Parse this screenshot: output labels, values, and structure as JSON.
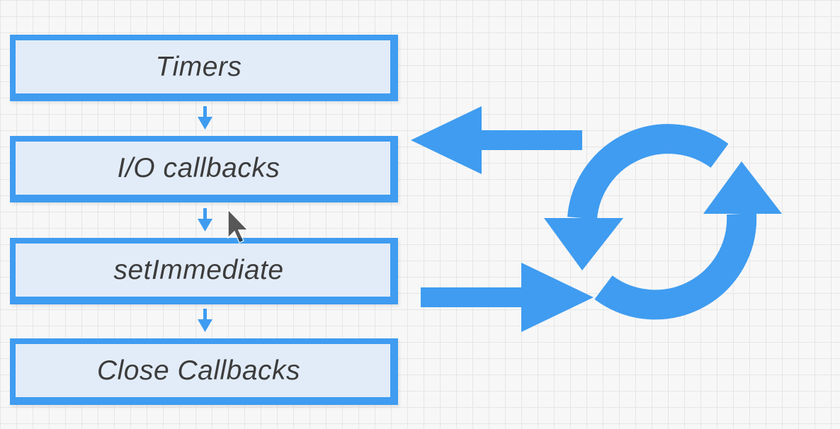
{
  "phases": [
    {
      "label": "Timers"
    },
    {
      "label": "I/O callbacks"
    },
    {
      "label": "setImmediate"
    },
    {
      "label": "Close Callbacks"
    }
  ],
  "colors": {
    "accent": "#3f9cf0",
    "box_fill": "#e2ecf8",
    "text": "#3c3c3c",
    "cursor": "#222222"
  },
  "icons": {
    "loop": "refresh-icon",
    "arrow_out": "arrow-left-icon",
    "arrow_in": "arrow-right-icon",
    "cursor": "mouse-pointer-icon"
  }
}
